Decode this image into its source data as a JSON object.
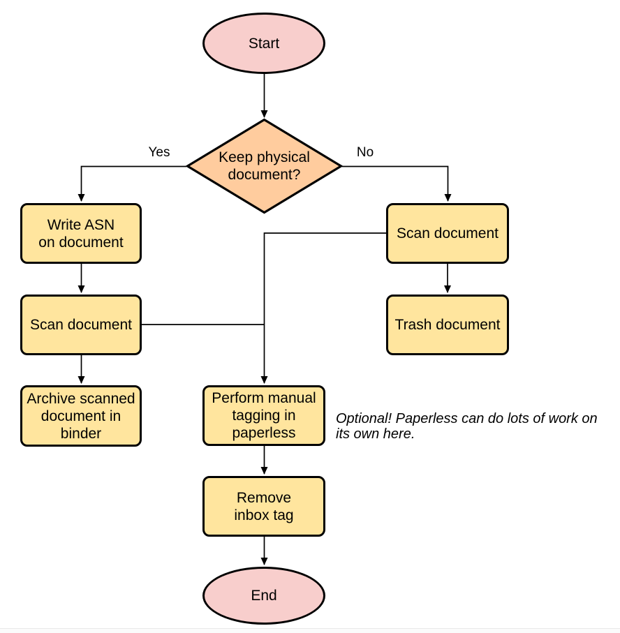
{
  "diagram": {
    "type": "flowchart",
    "colors": {
      "terminal_fill": "#f8cecc",
      "decision_fill": "#ffcc9e",
      "process_fill": "#ffe59e",
      "stroke": "#000000"
    },
    "nodes": {
      "start": {
        "shape": "ellipse",
        "label": "Start"
      },
      "decision": {
        "shape": "diamond",
        "label": "Keep physical\ndocument?"
      },
      "write_asn": {
        "shape": "rounded-rect",
        "label": "Write ASN\non document"
      },
      "scan_left": {
        "shape": "rounded-rect",
        "label": "Scan document"
      },
      "archive": {
        "shape": "rounded-rect",
        "label": "Archive scanned\ndocument in\nbinder"
      },
      "scan_right": {
        "shape": "rounded-rect",
        "label": "Scan document"
      },
      "trash": {
        "shape": "rounded-rect",
        "label": "Trash document"
      },
      "tagging": {
        "shape": "rounded-rect",
        "label": "Perform manual\ntagging in\npaperless"
      },
      "remove_inbox": {
        "shape": "rounded-rect",
        "label": "Remove\ninbox tag"
      },
      "end": {
        "shape": "ellipse",
        "label": "End"
      }
    },
    "edge_labels": {
      "yes": "Yes",
      "no": "No"
    },
    "annotation": "Optional! Paperless can do lots of work on\nits own here."
  }
}
